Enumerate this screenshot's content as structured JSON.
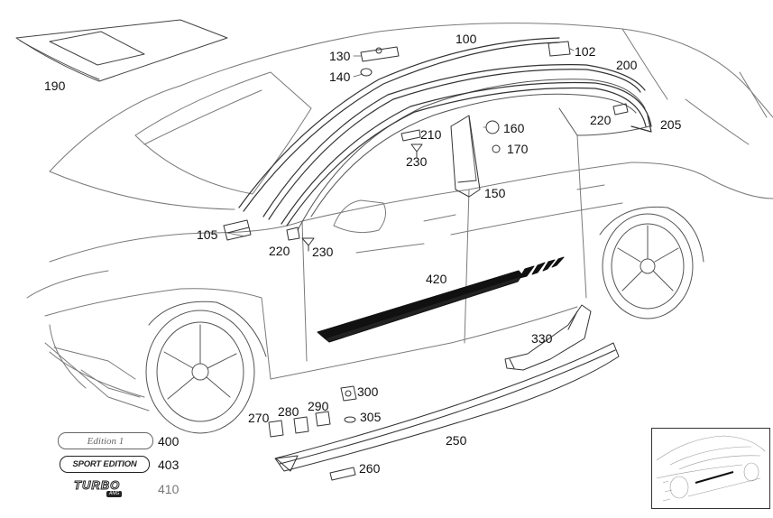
{
  "callouts": {
    "c100": "100",
    "c102": "102",
    "c105": "105",
    "c130": "130",
    "c140": "140",
    "c150": "150",
    "c160": "160",
    "c170": "170",
    "c190": "190",
    "c200": "200",
    "c205": "205",
    "c210": "210",
    "c220a": "220",
    "c220b": "220",
    "c230a": "230",
    "c230b": "230",
    "c250": "250",
    "c260": "260",
    "c270": "270",
    "c280": "280",
    "c290": "290",
    "c300": "300",
    "c305": "305",
    "c330": "330",
    "c400": "400",
    "c403": "403",
    "c410": "410",
    "c420": "420"
  },
  "badges": {
    "edition": "Edition 1",
    "sport": "SPORT EDITION",
    "turbo": "TURBO",
    "turbo_sub": "AMG"
  },
  "colors": {
    "line": "#555555",
    "dark": "#111111",
    "background": "#ffffff"
  }
}
